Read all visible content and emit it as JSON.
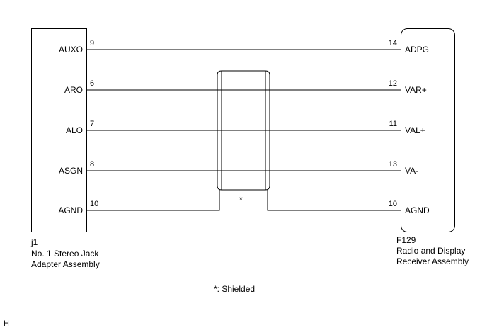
{
  "left_connector": {
    "code": "j1",
    "name_line1": "No. 1 Stereo Jack",
    "name_line2": "Adapter Assembly"
  },
  "right_connector": {
    "code": "F129",
    "name_line1": "Radio and Display",
    "name_line2": "Receiver Assembly"
  },
  "wires": [
    {
      "left_label": "AUXO",
      "left_pin": "9",
      "right_pin": "14",
      "right_label": "ADPG",
      "shielded": false
    },
    {
      "left_label": "ARO",
      "left_pin": "6",
      "right_pin": "12",
      "right_label": "VAR+",
      "shielded": true
    },
    {
      "left_label": "ALO",
      "left_pin": "7",
      "right_pin": "11",
      "right_label": "VAL+",
      "shielded": true
    },
    {
      "left_label": "ASGN",
      "left_pin": "8",
      "right_pin": "13",
      "right_label": "VA-",
      "shielded": true
    },
    {
      "left_label": "AGND",
      "left_pin": "10",
      "right_pin": "10",
      "right_label": "AGND",
      "shielded": false
    }
  ],
  "shield": {
    "marker": "*",
    "legend": "*: Shielded"
  },
  "corner_mark": "H"
}
